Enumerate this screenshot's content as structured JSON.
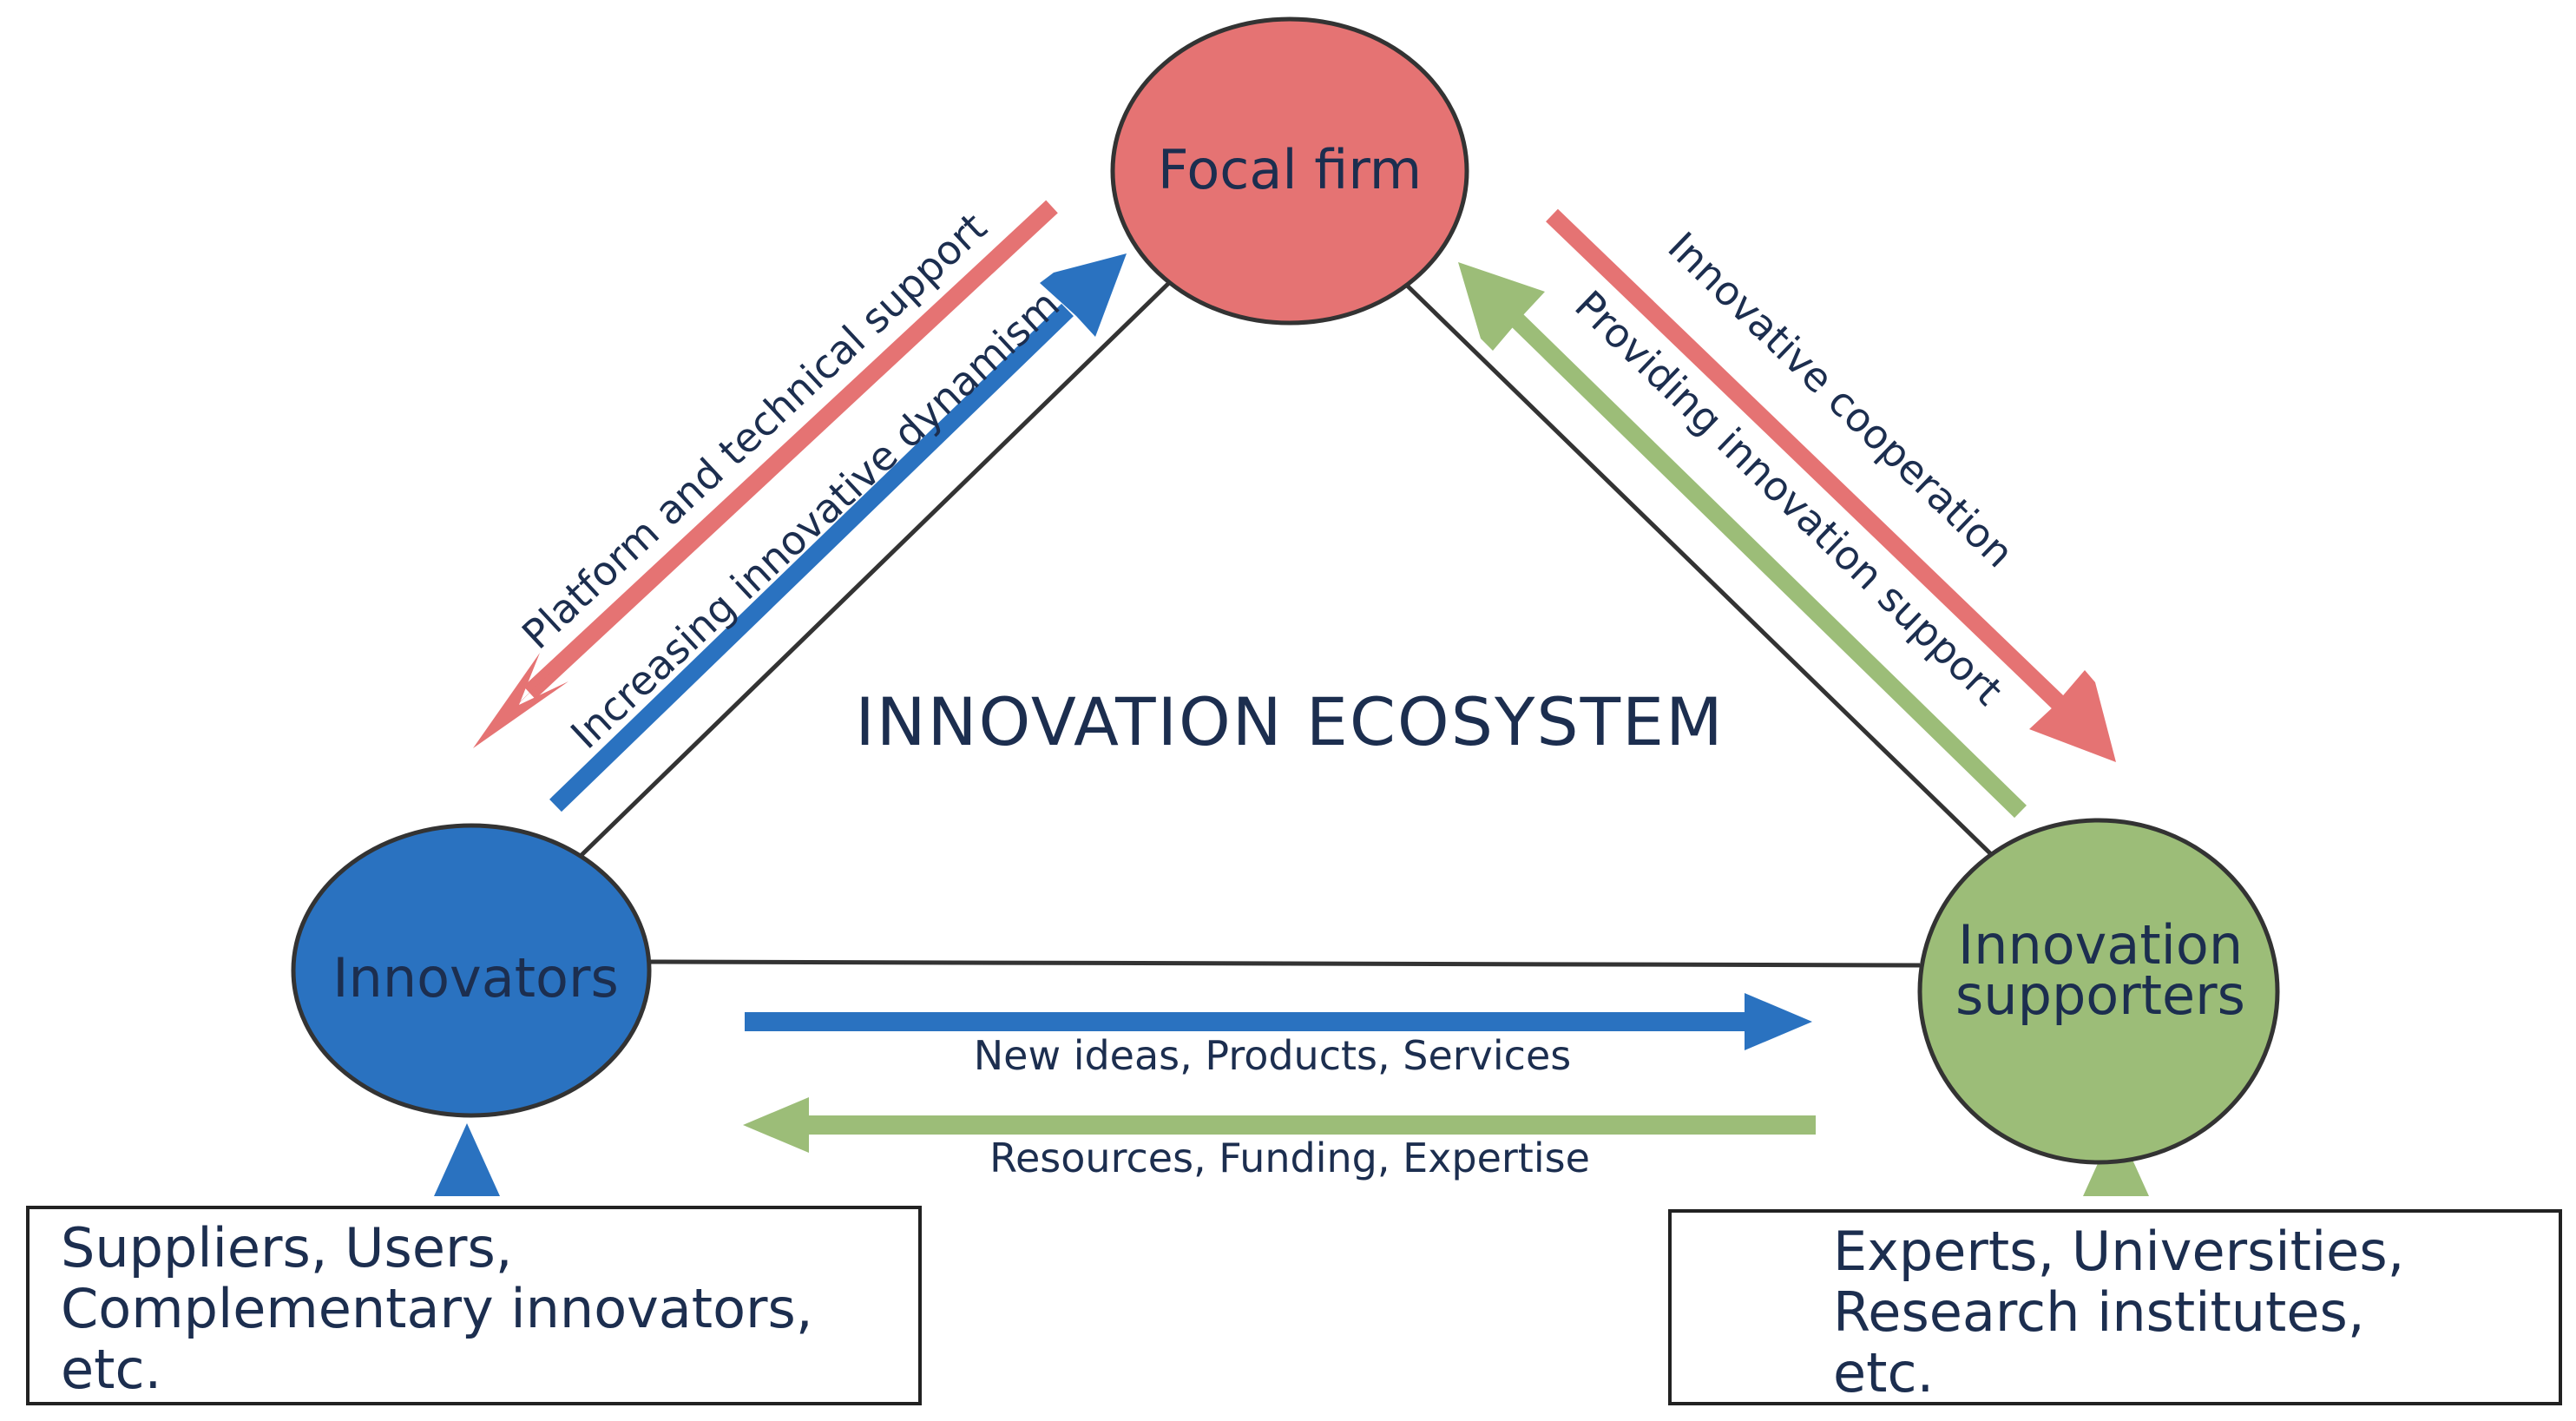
{
  "title": "INNOVATION ECOSYSTEM",
  "nodes": {
    "focal_firm": {
      "label": "Focal firm",
      "color": "#e57373"
    },
    "innovators": {
      "label": "Innovators",
      "color": "#2a72c0"
    },
    "innovation_supporters": {
      "label_line1": "Innovation",
      "label_line2": "supporters",
      "color": "#9cbd78"
    }
  },
  "arrows": {
    "platform_support": {
      "label": "Platform and technical support",
      "color": "#e57373"
    },
    "innovative_dynamism": {
      "label": "Increasing innovative dynamism",
      "color": "#2a72c0"
    },
    "innovative_cooperation": {
      "label": "Innovative cooperation",
      "color": "#e57373"
    },
    "innovation_support": {
      "label": "Providing innovation support",
      "color": "#9cbd78"
    },
    "new_ideas": {
      "label": "New ideas, Products, Services",
      "color": "#2a72c0"
    },
    "resources": {
      "label": "Resources, Funding, Expertise",
      "color": "#9cbd78"
    }
  },
  "boxes": {
    "left": {
      "line1": "Suppliers, Users,",
      "line2": "Complementary innovators,",
      "line3": "etc."
    },
    "right": {
      "line1": "Experts, Universities,",
      "line2": "Research institutes,",
      "line3": "etc."
    }
  }
}
